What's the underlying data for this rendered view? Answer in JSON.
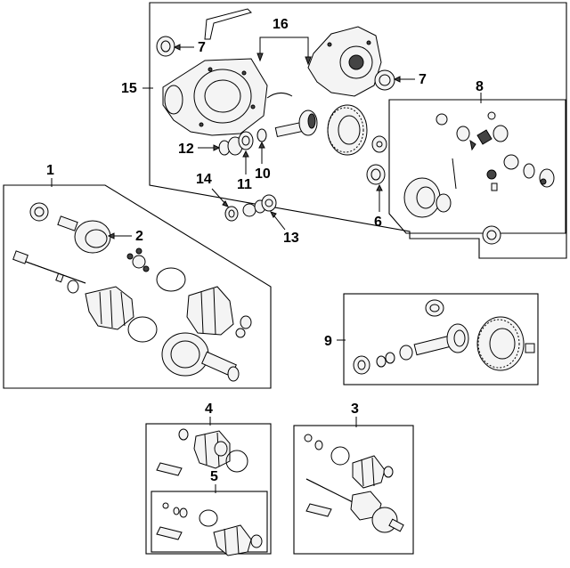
{
  "diagram": {
    "callouts": {
      "c1": "1",
      "c2": "2",
      "c3": "3",
      "c4": "4",
      "c5": "5",
      "c6": "6",
      "c7a": "7",
      "c7b": "7",
      "c8": "8",
      "c9": "9",
      "c10": "10",
      "c11": "11",
      "c12": "12",
      "c13": "13",
      "c14": "14",
      "c15": "15",
      "c16": "16"
    }
  }
}
